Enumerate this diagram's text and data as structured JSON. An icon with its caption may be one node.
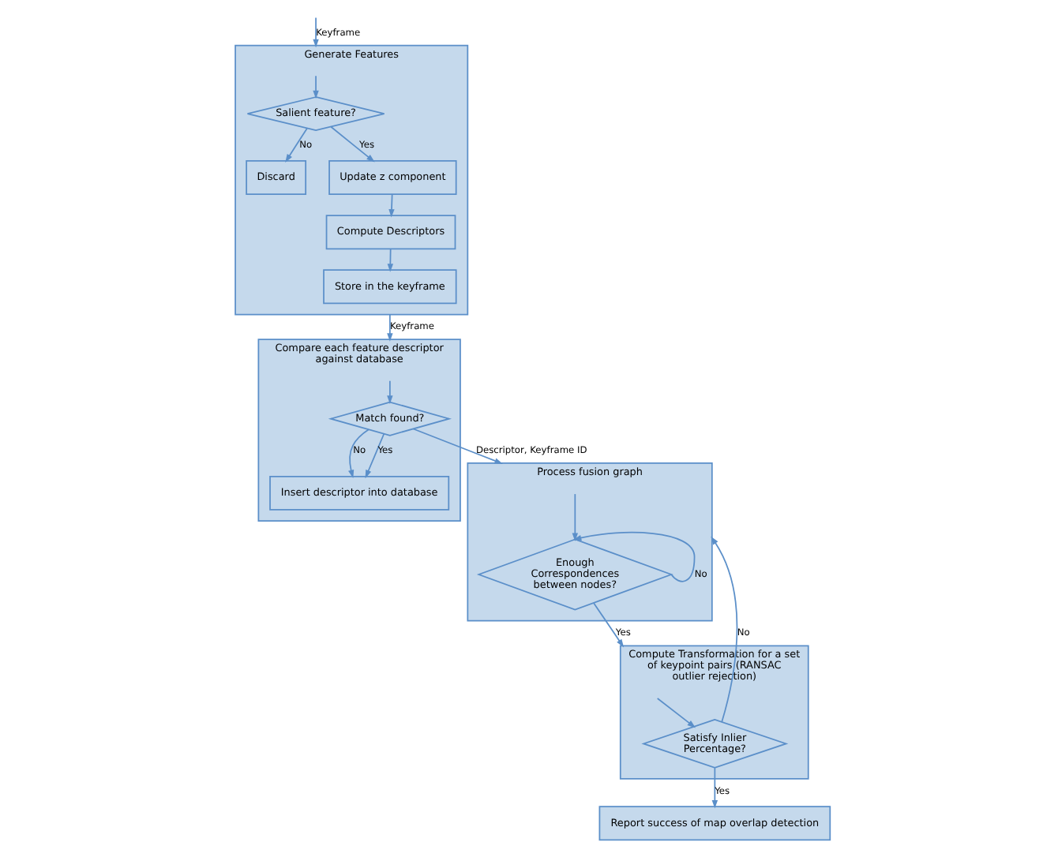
{
  "diagram": {
    "nodes": [
      {
        "text": [
          "Generate Features"
        ]
      },
      {
        "text": [
          "Salient feature?"
        ],
        "in": 0
      },
      {
        "text": [
          "Discard"
        ],
        "in": 0
      },
      {
        "text": [
          "Update z component"
        ],
        "in": 0
      },
      {
        "text": [
          "Compute Descriptors"
        ],
        "in": 0
      },
      {
        "text": [
          "Store in the keyframe"
        ],
        "in": 0
      },
      {
        "text": [
          "Compare each feature descriptor against database"
        ]
      },
      {
        "text": [
          "Match found?"
        ],
        "in": 6
      },
      {
        "text": [
          "Insert descriptor into database"
        ],
        "in": 6
      },
      {
        "text": [
          "Process fusion graph"
        ]
      },
      {
        "text": [
          "Enough Correspondences between nodes?"
        ],
        "in": 9
      },
      {
        "text": [
          "Compute Transformation for a set of keypoint pairs (RANSAC outlier rejection)"
        ]
      },
      {
        "text": [
          "Satisfy Inlier Percentage?"
        ],
        "in": 11
      },
      {
        "text": [
          "Report success of map overlap detection"
        ]
      }
    ],
    "edges": [
      {
        "from": null,
        "to": 0,
        "arrow": "to",
        "label": "Keyframe"
      },
      {
        "from": 0,
        "to": 1,
        "arrow": "to"
      },
      {
        "from": 1,
        "to": 2,
        "arrow": "to",
        "label": "No"
      },
      {
        "from": 1,
        "to": 3,
        "arrow": "to",
        "label": "Yes"
      },
      {
        "from": 3,
        "to": 4,
        "arrow": "to"
      },
      {
        "from": 4,
        "to": 5,
        "arrow": "to"
      },
      {
        "from": 0,
        "to": 6,
        "arrow": "to",
        "label": "Keyframe"
      },
      {
        "from": 6,
        "to": 7,
        "arrow": "to"
      },
      {
        "from": 7,
        "to": 8,
        "arrow": "to",
        "label": "No"
      },
      {
        "from": 7,
        "to": 8,
        "arrow": "to",
        "label": "Yes"
      },
      {
        "from": 7,
        "to": 9,
        "arrow": "to",
        "label": "Descriptor, Keyframe ID"
      },
      {
        "from": 9,
        "to": 10,
        "arrow": "to"
      },
      {
        "from": 10,
        "to": 10,
        "arrow": "to",
        "label": "No"
      },
      {
        "from": 10,
        "to": 11,
        "arrow": "to",
        "label": "Yes"
      },
      {
        "from": 11,
        "to": 12,
        "arrow": "to"
      },
      {
        "from": 12,
        "to": 9,
        "arrow": "to",
        "label": "No"
      },
      {
        "from": 12,
        "to": 13,
        "arrow": "to",
        "label": "Yes"
      }
    ]
  }
}
